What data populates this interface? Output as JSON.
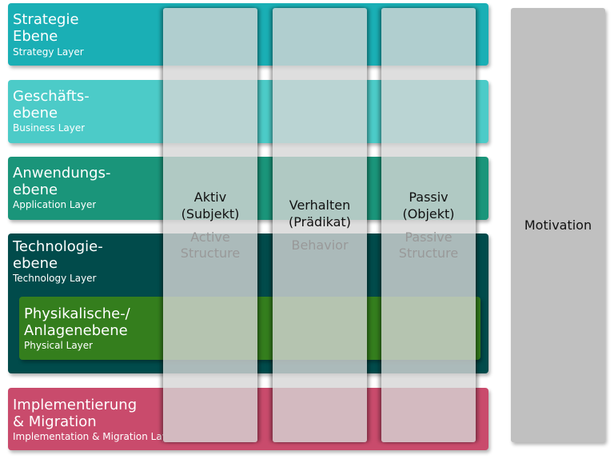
{
  "layers": [
    {
      "title": "Strategie\nEbene",
      "subtitle": "Strategy Layer",
      "color": "#1aafb5"
    },
    {
      "title": "Geschäfts-\nebene",
      "subtitle": "Business Layer",
      "color": "#4ccbc8"
    },
    {
      "title": "Anwendungs-\nebene",
      "subtitle": "Application Layer",
      "color": "#1a957a"
    },
    {
      "title": "Technologie-\nebene",
      "subtitle": "Technology Layer",
      "color": "#014b4b"
    },
    {
      "title": "Physikalische-/\nAnlagenebene",
      "subtitle": "Physical Layer",
      "color": "#347e1d"
    },
    {
      "title": "Implementierung\n& Migration",
      "subtitle": "Implementation & Migration Layer",
      "color": "#c94b6c"
    }
  ],
  "columns": [
    {
      "german": "Aktiv\n(Subjekt)",
      "english": "Active\nStructure"
    },
    {
      "german": "Verhalten\n(Prädikat)",
      "english": "Behavior"
    },
    {
      "german": "Passiv\n(Objekt)",
      "english": "Passive\nStructure"
    }
  ],
  "motivation": "Motivation"
}
